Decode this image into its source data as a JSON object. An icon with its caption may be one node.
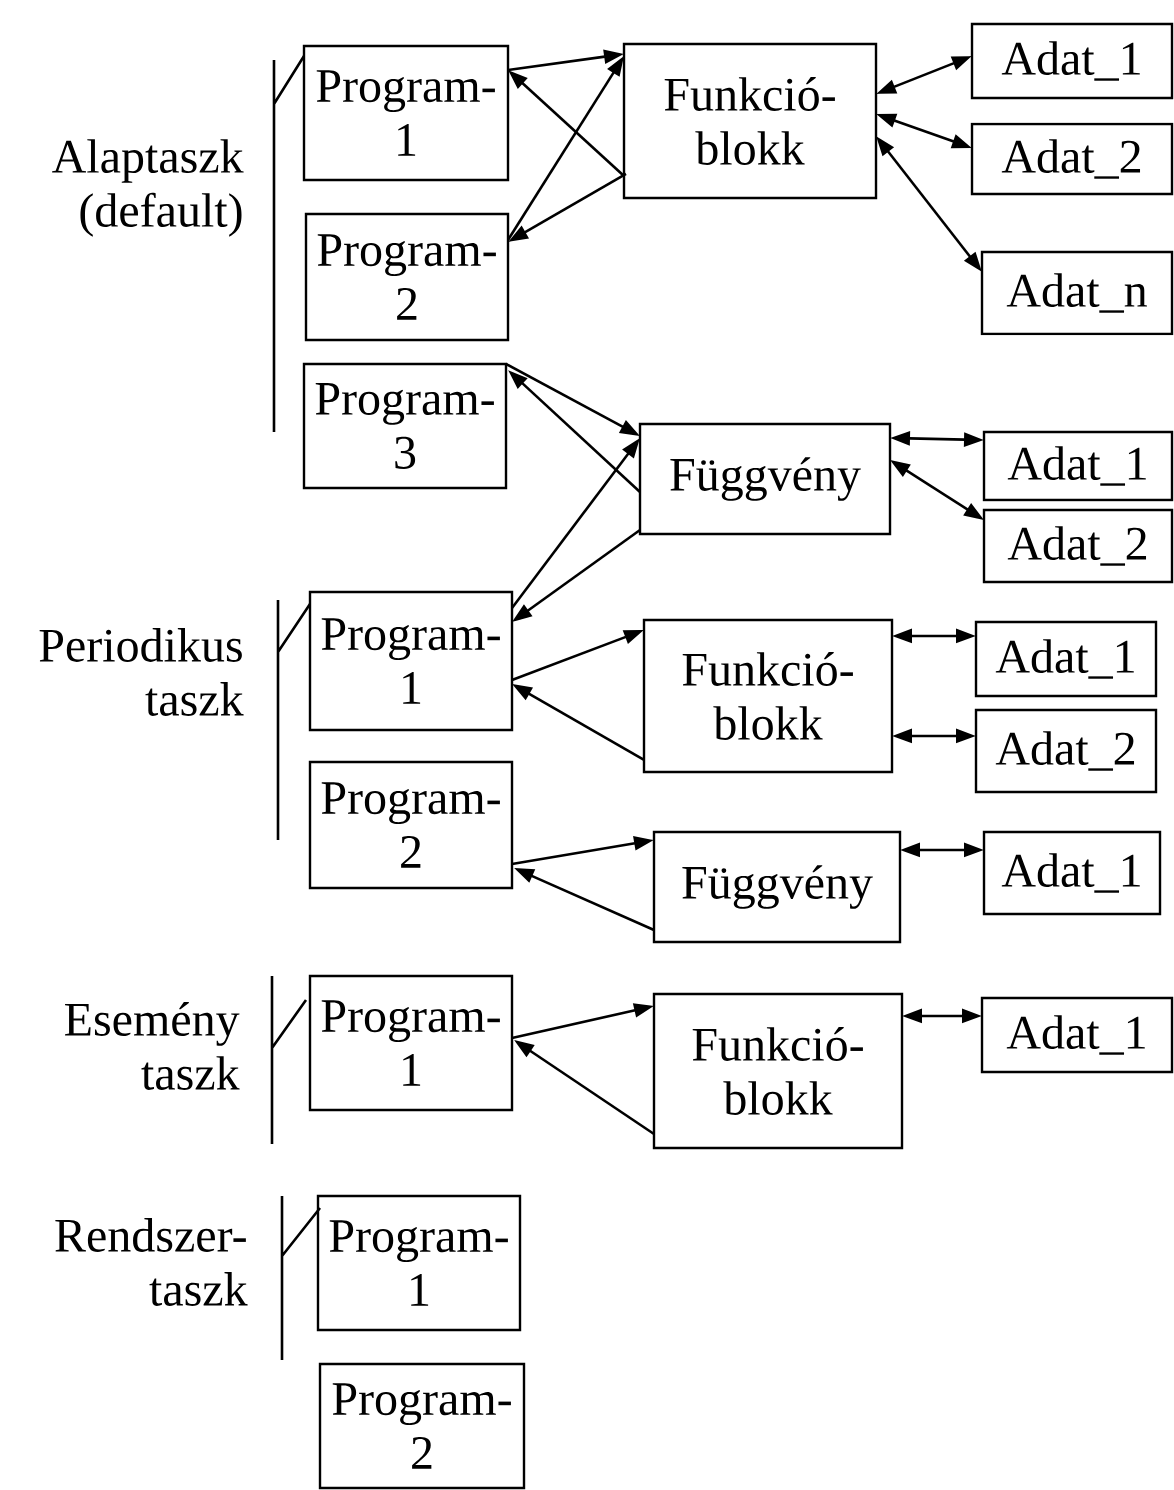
{
  "diagram": {
    "nodes": [
      {
        "text": [
          "Program- 1"
        ]
      },
      {
        "text": [
          "Program- 2"
        ]
      },
      {
        "text": [
          "Program- 3"
        ]
      },
      {
        "text": [
          "Funkció- blokk"
        ]
      },
      {
        "text": [
          "Adat_1"
        ]
      },
      {
        "text": [
          "Adat_2"
        ]
      },
      {
        "text": [
          "Adat_n"
        ]
      },
      {
        "text": [
          "Függvény"
        ]
      },
      {
        "text": [
          "Adat_1"
        ]
      },
      {
        "text": [
          "Adat_2"
        ]
      },
      {
        "text": [
          "Program- 1"
        ]
      },
      {
        "text": [
          "Funkció- blokk"
        ]
      },
      {
        "text": [
          "Adat_1"
        ]
      },
      {
        "text": [
          "Adat_2"
        ]
      },
      {
        "text": [
          "Program- 2"
        ]
      },
      {
        "text": [
          "Függvény"
        ]
      },
      {
        "text": [
          "Adat_1"
        ]
      },
      {
        "text": [
          "Program- 1"
        ]
      },
      {
        "text": [
          "Funkció- blokk"
        ]
      },
      {
        "text": [
          "Adat_1"
        ]
      },
      {
        "text": [
          "Program- 1"
        ]
      },
      {
        "text": [
          "Program- 2"
        ]
      }
    ],
    "edges": [
      {
        "from": 0,
        "to": 3,
        "arrow": "to"
      },
      {
        "from": 3,
        "to": 0,
        "arrow": "to"
      },
      {
        "from": 1,
        "to": 3,
        "arrow": "to"
      },
      {
        "from": 3,
        "to": 1,
        "arrow": "to"
      },
      {
        "from": 3,
        "to": 4,
        "arrow": "both"
      },
      {
        "from": 3,
        "to": 5,
        "arrow": "both"
      },
      {
        "from": 3,
        "to": 6,
        "arrow": "both"
      },
      {
        "from": 2,
        "to": 7,
        "arrow": "to"
      },
      {
        "from": 7,
        "to": 2,
        "arrow": "to"
      },
      {
        "from": 7,
        "to": 10,
        "arrow": "to"
      },
      {
        "from": 10,
        "to": 7,
        "arrow": "to"
      },
      {
        "from": 7,
        "to": 8,
        "arrow": "both"
      },
      {
        "from": 7,
        "to": 9,
        "arrow": "both"
      },
      {
        "from": 10,
        "to": 11,
        "arrow": "to"
      },
      {
        "from": 11,
        "to": 10,
        "arrow": "to"
      },
      {
        "from": 11,
        "to": 12,
        "arrow": "both"
      },
      {
        "from": 11,
        "to": 13,
        "arrow": "both"
      },
      {
        "from": 14,
        "to": 15,
        "arrow": "to"
      },
      {
        "from": 15,
        "to": 14,
        "arrow": "to"
      },
      {
        "from": 15,
        "to": 16,
        "arrow": "both"
      },
      {
        "from": 17,
        "to": 18,
        "arrow": "to"
      },
      {
        "from": 18,
        "to": 17,
        "arrow": "to"
      },
      {
        "from": 18,
        "to": 19,
        "arrow": "both"
      }
    ],
    "labels": [
      "Alaptaszk (default)",
      "Periodikus taszk",
      "Esemény taszk",
      "Rendszer- taszk"
    ]
  }
}
